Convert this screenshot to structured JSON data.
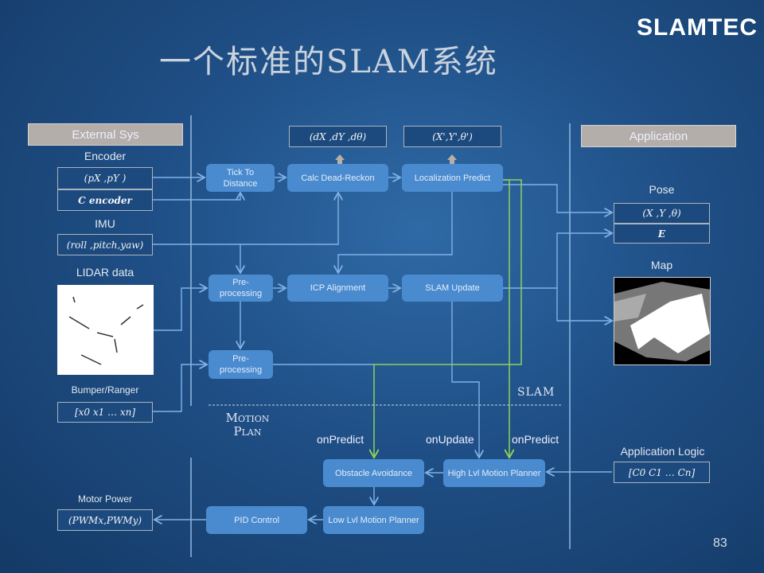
{
  "title": "一个标准的SLAM系统",
  "logo": "SLAMTEC",
  "external": {
    "header": "External Sys",
    "encoder_label": "Encoder",
    "encoder_pos": "(pX ,pY )",
    "encoder_c": "C encoder",
    "imu_label": "IMU",
    "imu_value": "(roll ,pitch,yaw)",
    "lidar_label": "LIDAR data",
    "bumper_label": "Bumper/Ranger",
    "bumper_value": "[x0   x1   …   xn]",
    "motor_label": "Motor Power",
    "motor_value": "(PWMx,PWMy)"
  },
  "slam": {
    "tick": "Tick To Distance",
    "dead_reckon": "Calc Dead-Reckon",
    "loc_predict": "Localization Predict",
    "dr_output": "(dX ,dY ,dθ)",
    "lp_output": "(X',Y',θ')",
    "pre1": "Pre-processing",
    "icp": "ICP Alignment",
    "slam_update": "SLAM Update",
    "pre2": "Pre-processing",
    "label": "SLAM"
  },
  "motion": {
    "label_line1": "Motion",
    "label_line2": "Plan",
    "on_predict_1": "onPredict",
    "on_update": "onUpdate",
    "on_predict_2": "onPredict",
    "obstacle": "Obstacle Avoidance",
    "high_lvl": "High Lvl Motion Planner",
    "pid": "PID Control",
    "low_lvl": "Low Lvl Motion Planner"
  },
  "application": {
    "header": "Application",
    "pose_label": "Pose",
    "pose_value": "(X ,Y ,θ)",
    "pose_e": "E",
    "map_label": "Map",
    "logic_label": "Application Logic",
    "logic_value": "[C0   C1   …   Cn]"
  },
  "page_number": "83",
  "colors": {
    "block": "#4a8bd0",
    "flow": "#6ea6e0",
    "event": "#7cc24a",
    "header": "#b3aea9"
  }
}
